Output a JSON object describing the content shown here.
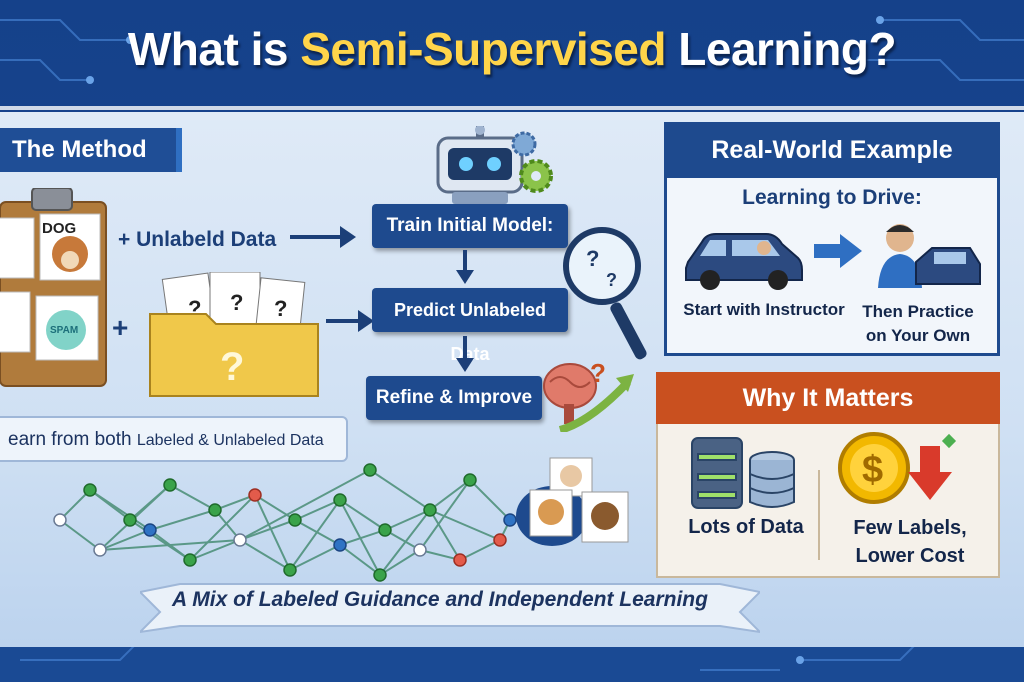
{
  "title": {
    "prefix": "What is ",
    "highlight": "Semi-Supervised",
    "suffix": " Learning?"
  },
  "method": {
    "heading": "The Method",
    "plus_unlabeled": "+ Unlabeld Data",
    "labeled_card_text": "DOG",
    "spam_card_text": "SPAM",
    "steps": [
      "Train Initial Model:",
      "Predict Unlabeled Data",
      "Refine & Improve"
    ],
    "learn_prefix": "earn from both ",
    "learn_suffix": "Labeled & Unlabeled Data"
  },
  "real_world": {
    "heading": "Real-World Example",
    "subtitle": "Learning to Drive:",
    "step1": "Start with Instructor",
    "step2_line1": "Then Practice",
    "step2_line2": "on Your Own"
  },
  "why": {
    "heading": "Why It Matters",
    "item1": "Lots of Data",
    "item2_line1": "Few Labels,",
    "item2_line2": "Lower Cost"
  },
  "ribbon": "A Mix of Labeled Guidance and Independent Learning",
  "colors": {
    "navy": "#1e4a8e",
    "accent_yellow": "#ffd54a",
    "orange": "#c9501f",
    "background": "#1d4f9a"
  },
  "icons": [
    "robot-icon",
    "gear-icon",
    "magnifier-icon",
    "folder-icon",
    "clipboard-icon",
    "brain-icon",
    "car-icon",
    "database-icon",
    "coin-icon",
    "down-arrow-icon"
  ]
}
